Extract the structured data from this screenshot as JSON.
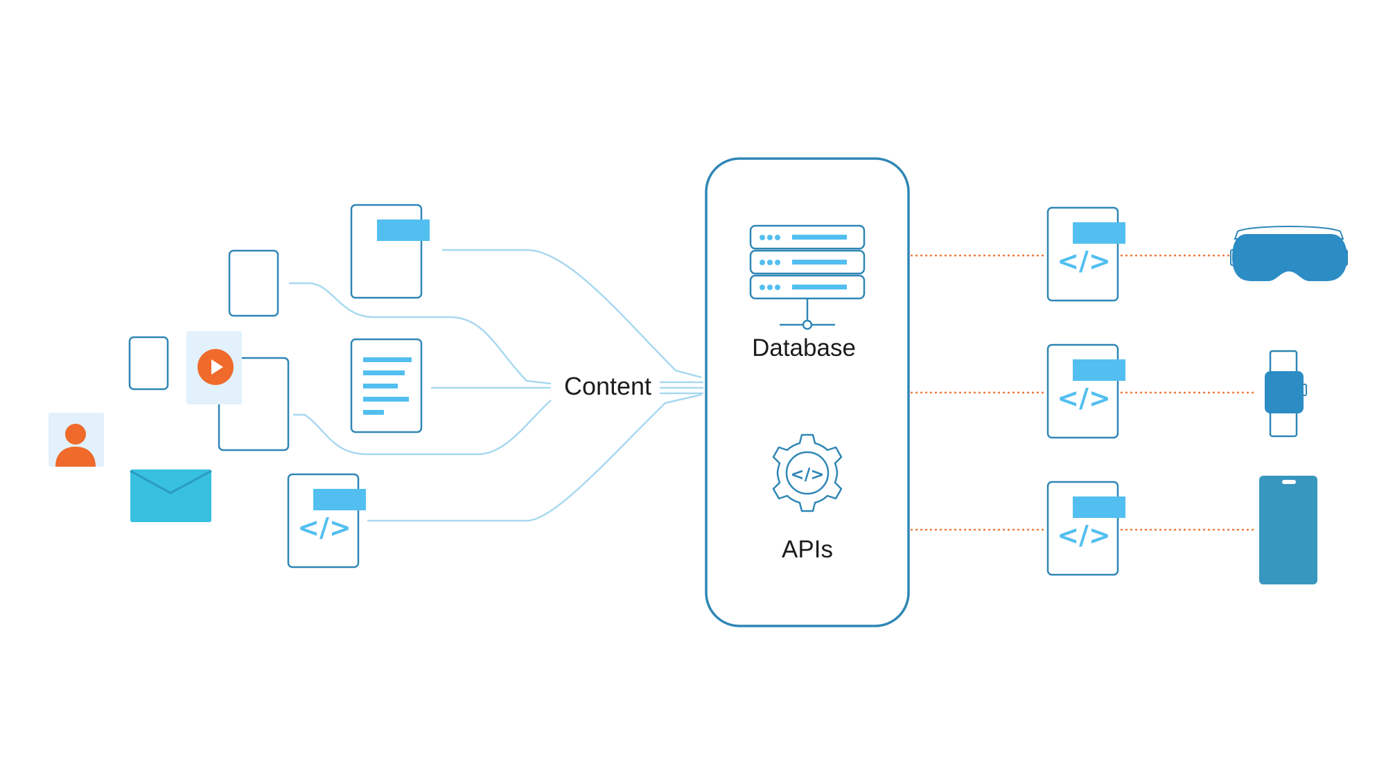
{
  "labels": {
    "content": "Content",
    "database": "Database",
    "apis": "APIs"
  },
  "colors": {
    "outline": "#2e86b5",
    "accent_blue": "#52bff0",
    "connector": "#a8d8f0",
    "orange": "#ef6a2b",
    "dotted": "#ee7a3e",
    "envelope": "#38c0e0",
    "highlight_bg": "#e2f1fb",
    "device_dark": "#2c8cc4",
    "phone": "#3897bf"
  },
  "icons": {
    "user": "person-icon",
    "email": "envelope-icon",
    "video": "play-icon",
    "database": "server-icon",
    "apis": "gear-code-icon",
    "vr": "vr-headset-icon",
    "watch": "smartwatch-icon",
    "phone": "smartphone-icon",
    "code": "code-icon"
  }
}
